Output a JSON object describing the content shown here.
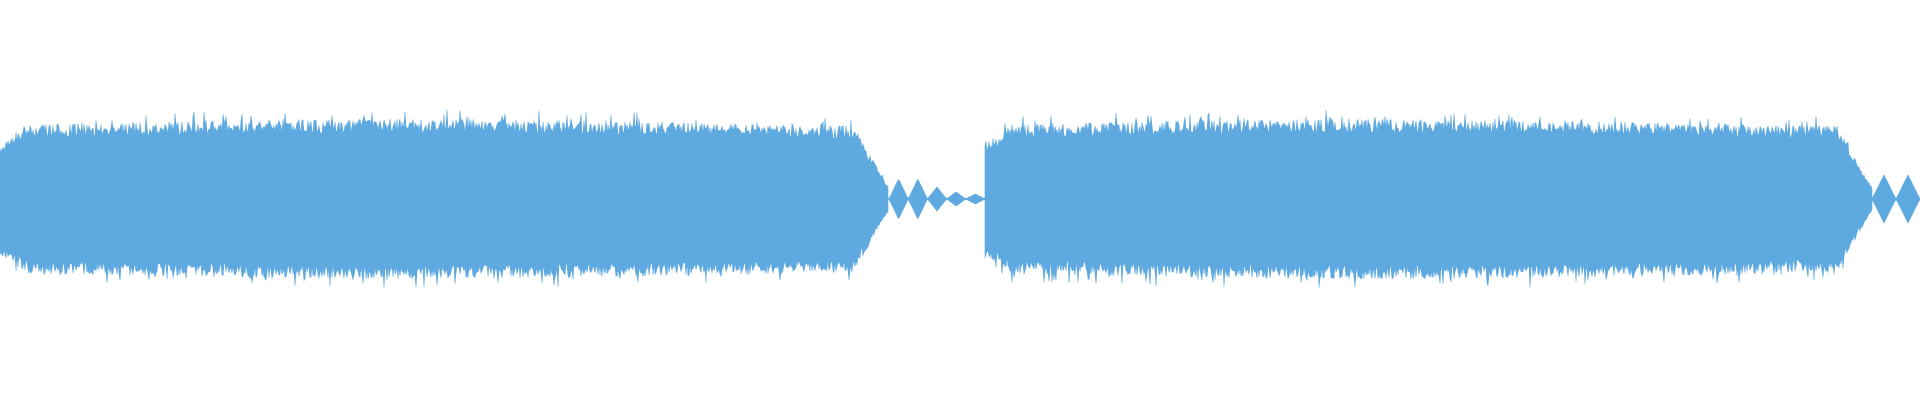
{
  "waveform": {
    "color": "#5EA9E0",
    "background": "#FFFFFF",
    "segments": [
      {
        "kind": "loud",
        "start": 0.0,
        "end": 0.463,
        "amplitude": 0.2
      },
      {
        "kind": "quiet-pulses",
        "start": 0.463,
        "end": 0.513,
        "amplitude": 0.05
      },
      {
        "kind": "loud",
        "start": 0.513,
        "end": 0.975,
        "amplitude": 0.2
      },
      {
        "kind": "quiet-pulses",
        "start": 0.975,
        "end": 1.0,
        "amplitude": 0.06
      }
    ]
  }
}
